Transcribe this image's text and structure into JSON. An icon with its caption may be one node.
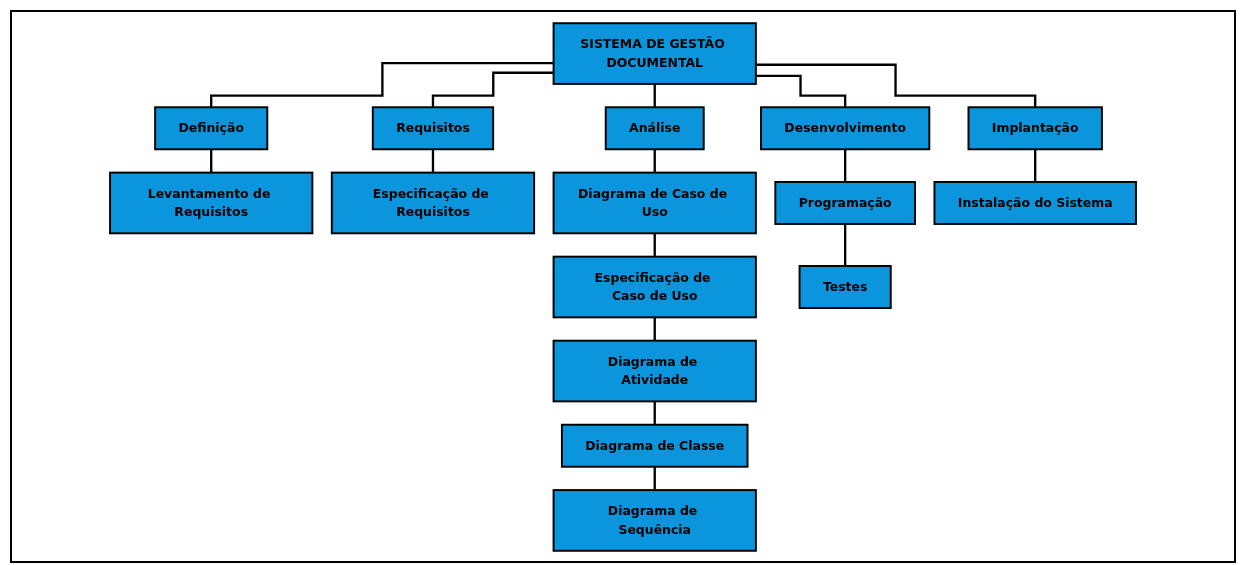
{
  "diagram": {
    "nodes": [
      {
        "text": [
          "SISTEMA DE GESTÃO DOCUMENTAL"
        ]
      },
      {
        "text": [
          "Definição"
        ]
      },
      {
        "text": [
          "Requisitos"
        ]
      },
      {
        "text": [
          "Análise"
        ]
      },
      {
        "text": [
          "Desenvolvimento"
        ]
      },
      {
        "text": [
          "Implantação"
        ]
      },
      {
        "text": [
          "Levantamento de Requisitos"
        ]
      },
      {
        "text": [
          "Especificação de Requisitos"
        ]
      },
      {
        "text": [
          "Diagrama de Caso de Uso"
        ]
      },
      {
        "text": [
          "Especificação de Caso de Uso"
        ]
      },
      {
        "text": [
          "Diagrama de Atividade"
        ]
      },
      {
        "text": [
          "Diagrama de Classe"
        ]
      },
      {
        "text": [
          "Diagrama de Sequência"
        ]
      },
      {
        "text": [
          "Programação"
        ]
      },
      {
        "text": [
          "Testes"
        ]
      },
      {
        "text": [
          "Instalação do Sistema"
        ]
      }
    ],
    "edges": [
      {
        "from": 0,
        "to": 1,
        "arrow": "none"
      },
      {
        "from": 0,
        "to": 2,
        "arrow": "none"
      },
      {
        "from": 0,
        "to": 3,
        "arrow": "none"
      },
      {
        "from": 0,
        "to": 4,
        "arrow": "none"
      },
      {
        "from": 0,
        "to": 5,
        "arrow": "none"
      },
      {
        "from": 1,
        "to": 6,
        "arrow": "none"
      },
      {
        "from": 2,
        "to": 7,
        "arrow": "none"
      },
      {
        "from": 3,
        "to": 8,
        "arrow": "none"
      },
      {
        "from": 8,
        "to": 9,
        "arrow": "none"
      },
      {
        "from": 9,
        "to": 10,
        "arrow": "none"
      },
      {
        "from": 10,
        "to": 11,
        "arrow": "none"
      },
      {
        "from": 11,
        "to": 12,
        "arrow": "none"
      },
      {
        "from": 4,
        "to": 13,
        "arrow": "none"
      },
      {
        "from": 13,
        "to": 14,
        "arrow": "none"
      },
      {
        "from": 5,
        "to": 15,
        "arrow": "none"
      }
    ]
  }
}
